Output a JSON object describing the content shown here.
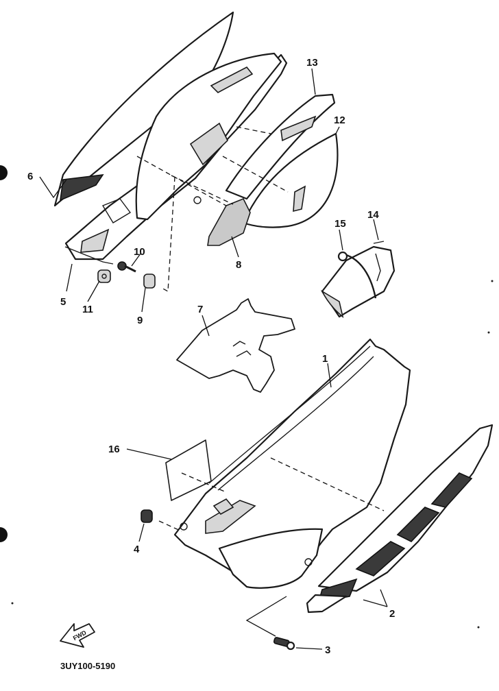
{
  "diagram_code": "3UY100-5190",
  "fwd_label": "FWD",
  "callouts": [
    "1",
    "2",
    "3",
    "4",
    "5",
    "6",
    "7",
    "8",
    "9",
    "10",
    "11",
    "12",
    "13",
    "14",
    "15",
    "16"
  ]
}
